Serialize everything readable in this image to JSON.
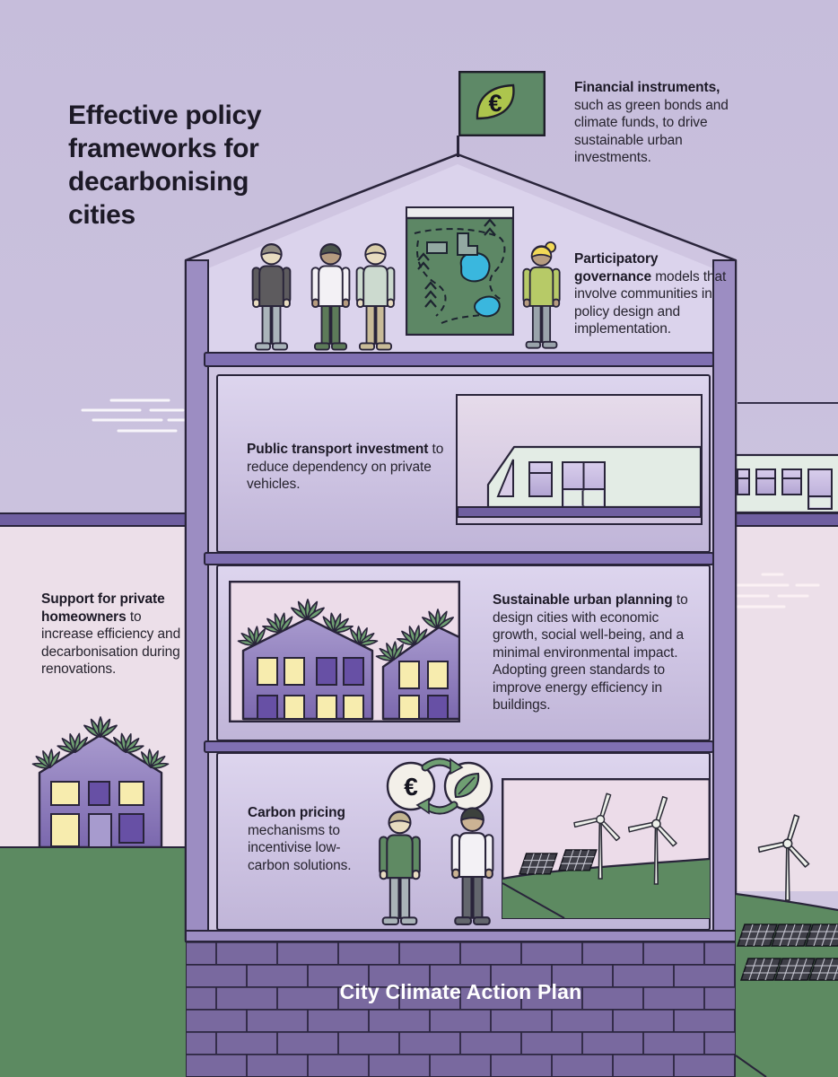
{
  "title": "Effective policy frameworks for decarbonising cities",
  "banner": "City Climate Action Plan",
  "currency_symbol": "€",
  "callouts": {
    "financial": {
      "lead": "Financial instruments,",
      "rest": "such as green bonds and climate funds, to drive sustainable urban investments."
    },
    "participatory": {
      "lead": "Participatory governance",
      "rest": "models that involve communities in policy design and implementation."
    },
    "transport": {
      "lead": "Public transport investment",
      "rest": "to reduce dependency on private vehicles."
    },
    "homeowners": {
      "lead": "Support for private homeowners",
      "rest": "to increase efficiency and decarbonisation during renovations."
    },
    "planning": {
      "lead": "Sustainable urban planning",
      "rest": "to design cities with economic growth, social well-being, and a minimal environmental impact. Adopting green standards to improve energy efficiency in buildings."
    },
    "carbon": {
      "lead": "Carbon pricing",
      "rest": "mechanisms to incentivise low-carbon solutions."
    }
  },
  "icons": {
    "flag": "euro-leaf-flag-icon",
    "exchange": "euro-leaf-exchange-icon",
    "map": "community-map-icon",
    "train": "train-icon",
    "green_houses": "green-roof-houses-icon",
    "renewables": "wind-solar-icon",
    "citizens": "citizen-figures-icon"
  },
  "colors": {
    "background_lavender": "#c9c0dd",
    "background_pink": "#ecdfe9",
    "house_wall_purple": "#9c8dc2",
    "floor_lavender": "#d6cde8",
    "brick_purple": "#79699f",
    "grass_green": "#5c8a61",
    "flag_green": "#5e8967",
    "leaf_green": "#adc54d",
    "lake_blue": "#3ab7de",
    "window_yellow": "#f7ecae",
    "window_purple": "#6750a5",
    "text_dark": "#201d2b",
    "banner_text": "#ffffff"
  }
}
